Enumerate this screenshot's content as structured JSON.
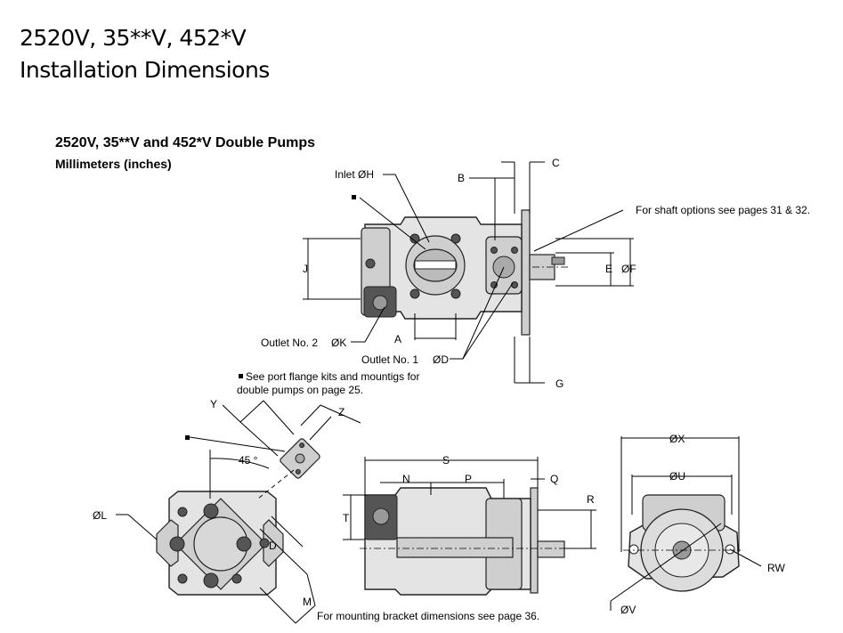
{
  "header": {
    "title_line1": "2520V, 35**V, 452*V",
    "title_line2": "Installation Dimensions"
  },
  "section": {
    "subtitle": "2520V, 35**V and 452*V Double Pumps",
    "units": "Millimeters (inches)"
  },
  "labels": {
    "inlet": "Inlet ØH",
    "B": "B",
    "C": "C",
    "J": "J",
    "E": "E",
    "F": "ØF",
    "outlet2": "Outlet No. 2",
    "K": "ØK",
    "A": "A",
    "outlet1": "Outlet No. 1",
    "D_top": "ØD",
    "G": "G",
    "Y": "Y",
    "Z": "Z",
    "angle": "45 °",
    "L": "ØL",
    "D_side": "D",
    "M": "M",
    "S": "S",
    "N": "N",
    "P": "P",
    "Q": "Q",
    "R": "R",
    "T": "T",
    "X": "ØX",
    "U": "ØU",
    "RW": "RW",
    "V": "ØV"
  },
  "notes": {
    "shaft_options": "For shaft options see pages  31 & 32.",
    "port_flange_line1": "See port flange kits and mountigs for",
    "port_flange_line2": "double pumps on page 25.",
    "mounting_bracket": "For mounting bracket dimensions see page 36."
  }
}
